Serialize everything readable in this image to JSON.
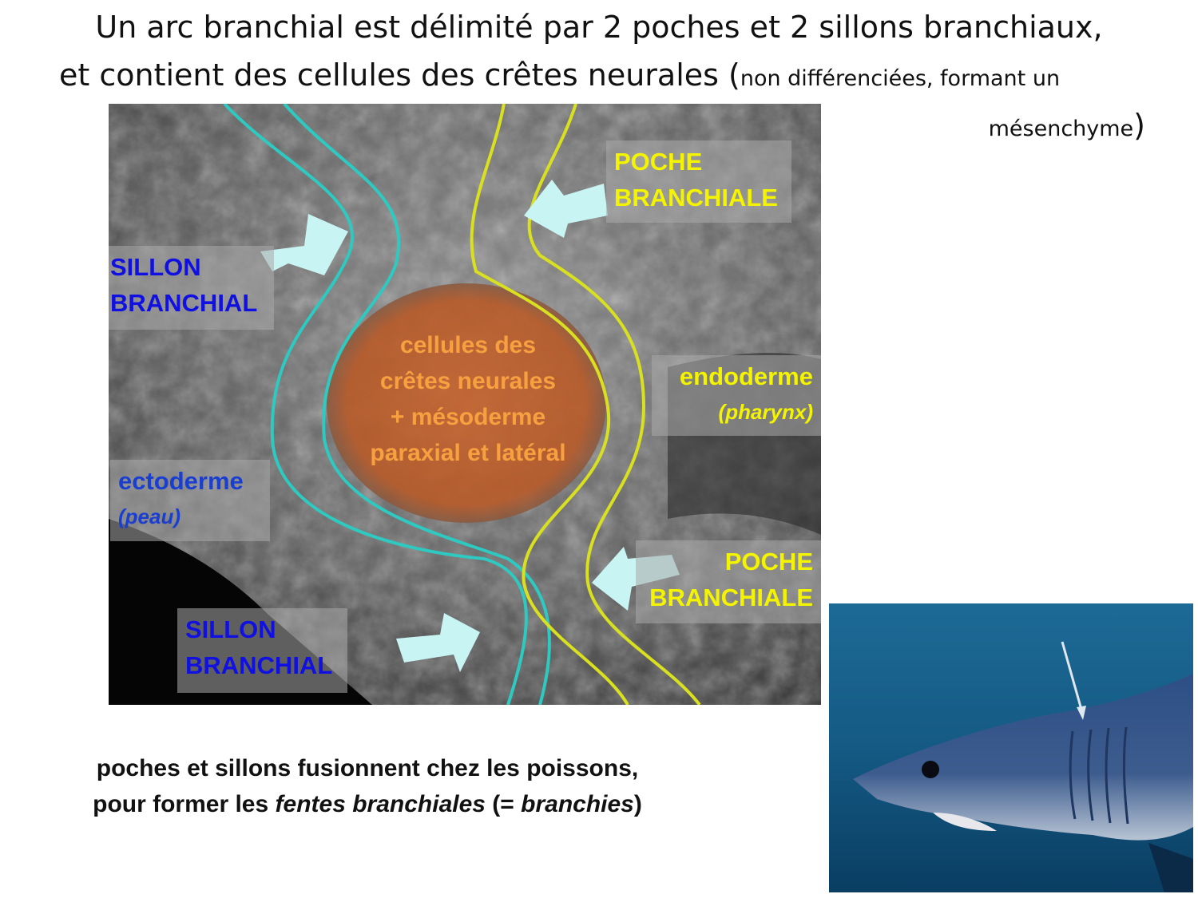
{
  "title": {
    "line1": "Un arc branchial est délimité par 2 poches et 2 sillons branchiaux,",
    "line2_main": "et contient des cellules des crêtes neurales (",
    "line2_small": "non différenciées, formant un",
    "line3_small": "mésenchyme",
    "line3_close": ")"
  },
  "micrograph": {
    "labels": {
      "sillon_top": [
        "SILLON",
        "BRANCHIAL"
      ],
      "poche_top": [
        "POCHE",
        "BRANCHIALE"
      ],
      "endoderme": "endoderme",
      "pharynx": "(pharynx)",
      "ectoderme": "ectoderme",
      "peau": "(peau)",
      "poche_bottom": [
        "POCHE",
        "BRANCHIALE"
      ],
      "sillon_bottom": [
        "SILLON",
        "BRANCHIAL"
      ],
      "center": [
        "cellules des",
        "crêtes neurales",
        "+ mésoderme",
        "paraxial et latéral"
      ]
    },
    "colors": {
      "ectoderm_line": "#2ec9c0",
      "endoderm_line": "#d8e020",
      "mesenchyme": "#d0642a",
      "arrow": "#c8f4f4",
      "sillon_text": "#1010e0",
      "poche_text": "#f4f400",
      "center_text": "#f7a040"
    }
  },
  "caption": {
    "line1": "poches et sillons fusionnent chez les poissons,",
    "line2_a": "pour former les ",
    "line2_b": "fentes branchiales",
    "line2_c": " (= ",
    "line2_d": "branchies",
    "line2_e": ")"
  }
}
